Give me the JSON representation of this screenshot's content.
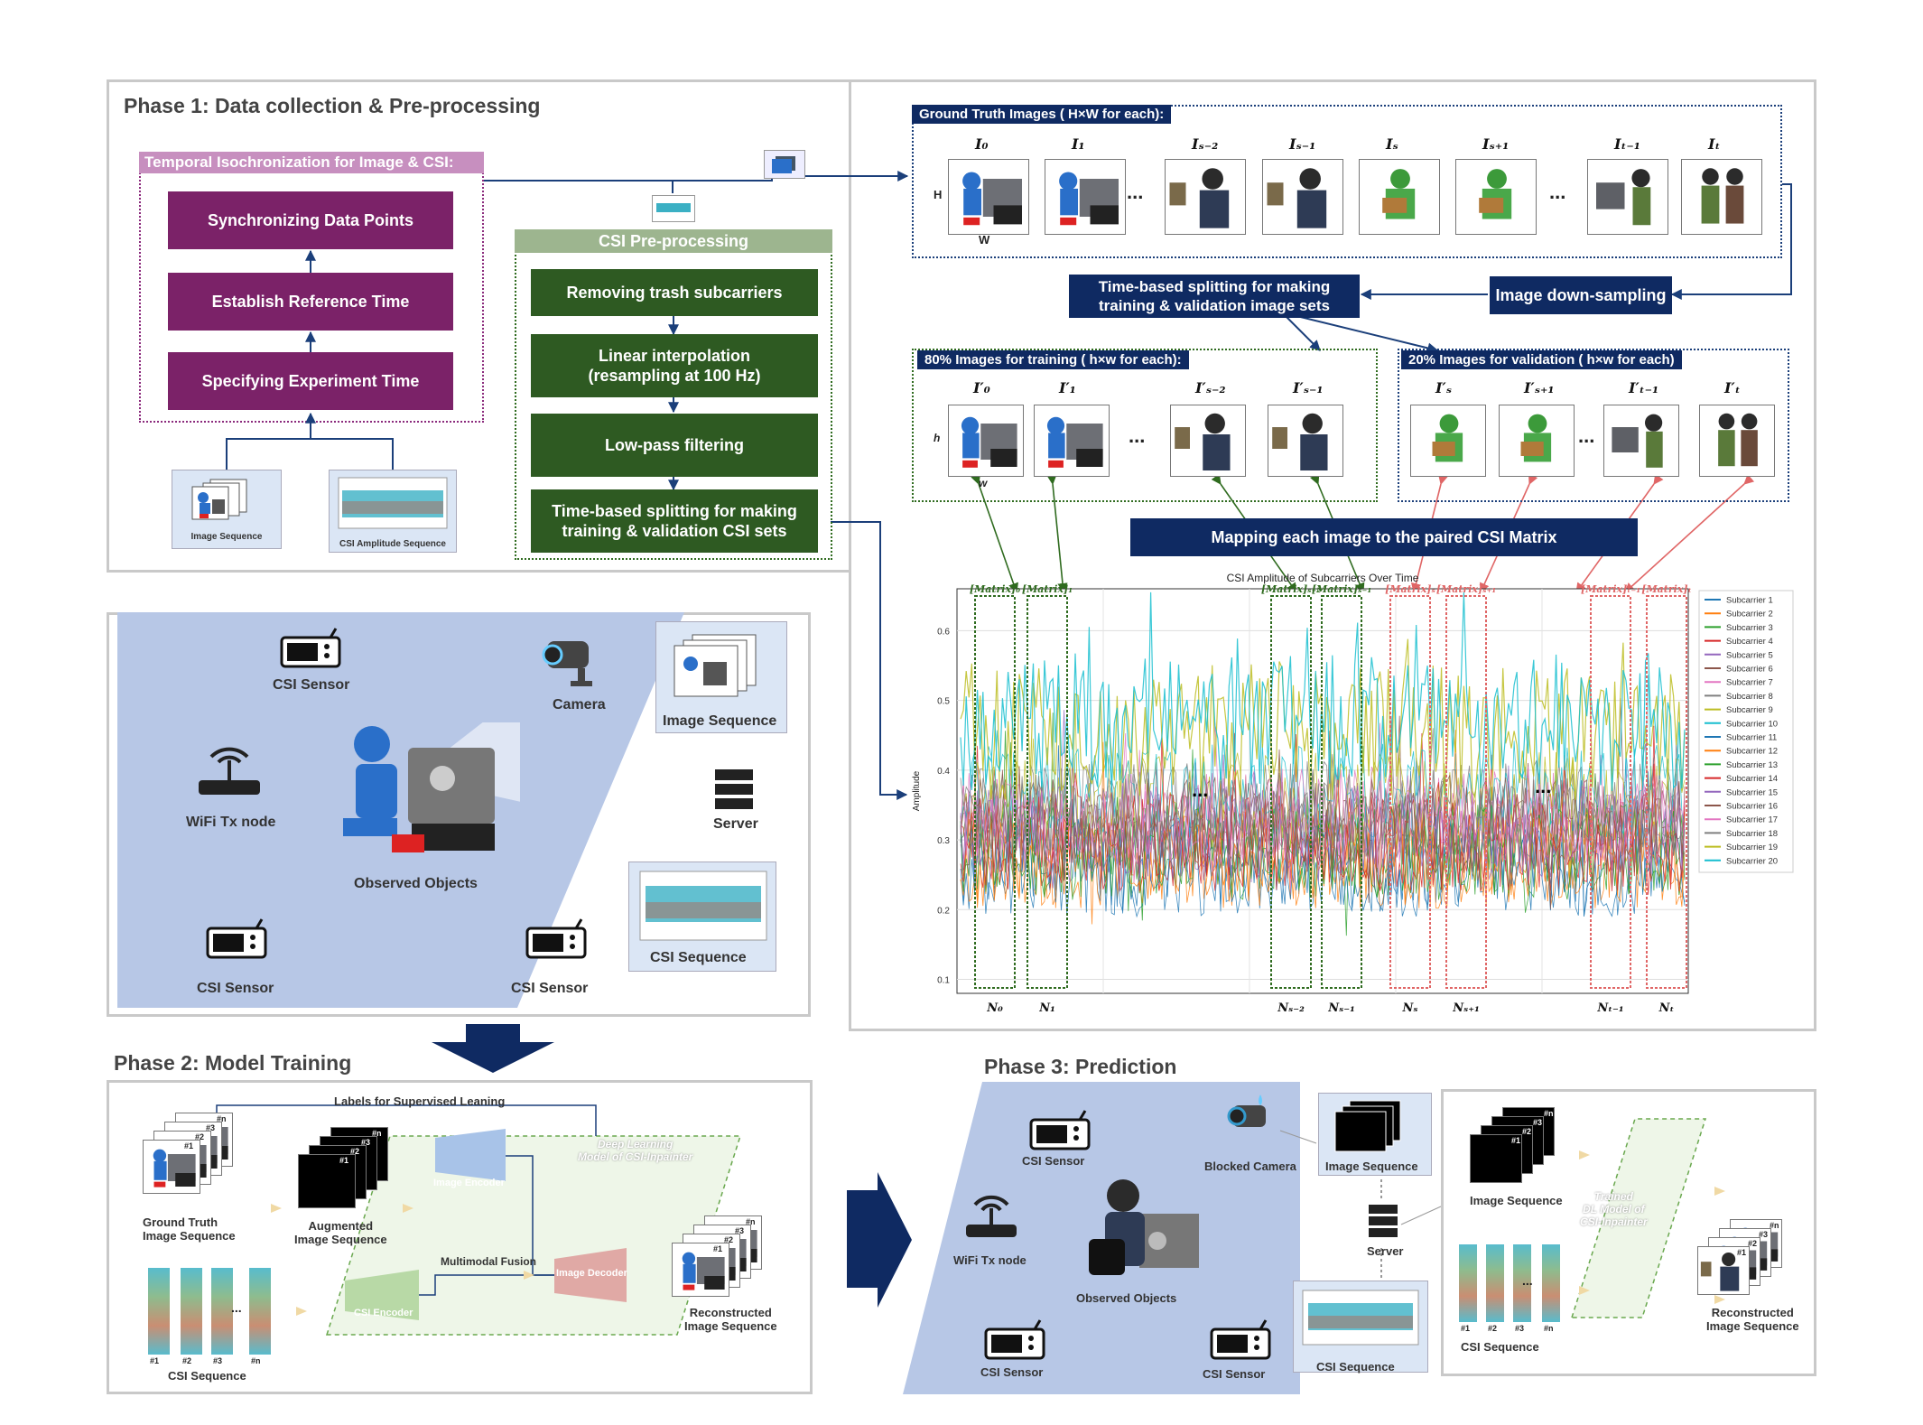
{
  "phase1": {
    "title": "Phase 1: Data collection & Pre-processing",
    "temporal": {
      "header": "Temporal Isochronization for Image & CSI:",
      "steps": [
        "Synchronizing Data Points",
        "Establish Reference Time",
        "Specifying Experiment Time"
      ],
      "inputs": [
        "Image Sequence",
        "CSI Amplitude Sequence"
      ]
    },
    "csi_pre": {
      "header": "CSI Pre-processing",
      "steps": [
        "Removing trash subcarriers",
        "Linear interpolation\n(resampling at 100 Hz)",
        "Low-pass filtering",
        "Time-based splitting for making\ntraining & validation CSI sets"
      ]
    },
    "ground_truth": {
      "header": "Ground Truth Images ( H×W for each):",
      "labels": [
        "I₀",
        "I₁",
        "Iₛ₋₂",
        "Iₛ₋₁",
        "Iₛ",
        "Iₛ₊₁",
        "Iₜ₋₁",
        "Iₜ"
      ],
      "dim_h": "H",
      "dim_w": "W",
      "ellipsis": "..."
    },
    "downsampling": "Image down-sampling",
    "time_split": "Time-based splitting for making\ntraining & validation image sets",
    "train_set": {
      "header": "80% Images for training  ( h×w for each):",
      "labels": [
        "I′₀",
        "I′₁",
        "I′ₛ₋₂",
        "I′ₛ₋₁"
      ],
      "dim_h": "h",
      "dim_w": "w"
    },
    "val_set": {
      "header": "20% Images for validation ( h×w for each)",
      "labels": [
        "I′ₛ",
        "I′ₛ₊₁",
        "I′ₜ₋₁",
        "I′ₜ"
      ]
    },
    "mapping": "Mapping each image to the paired CSI Matrix",
    "scene": {
      "labels": [
        "CSI Sensor",
        "Camera",
        "Image Sequence",
        "WiFi Tx node",
        "Server",
        "Observed Objects",
        "CSI Sequence",
        "CSI Sensor",
        "CSI Sensor"
      ]
    }
  },
  "chart_data": {
    "type": "line",
    "title": "CSI Amplitude of Subcarriers Over Time",
    "ylabel": "Amplitude",
    "xlabel": "",
    "ylim": [
      0.08,
      0.66
    ],
    "yticks": [
      "0.6",
      "0.5",
      "0.4",
      "0.3",
      "0.2",
      "0.1"
    ],
    "legend_position": "right",
    "grid": true,
    "series": [
      {
        "name": "Subcarrier 1"
      },
      {
        "name": "Subcarrier 2"
      },
      {
        "name": "Subcarrier 3"
      },
      {
        "name": "Subcarrier 4"
      },
      {
        "name": "Subcarrier 5"
      },
      {
        "name": "Subcarrier 6"
      },
      {
        "name": "Subcarrier 7"
      },
      {
        "name": "Subcarrier 8"
      },
      {
        "name": "Subcarrier 9"
      },
      {
        "name": "Subcarrier 10"
      },
      {
        "name": "Subcarrier 11"
      },
      {
        "name": "Subcarrier 12"
      },
      {
        "name": "Subcarrier 13"
      },
      {
        "name": "Subcarrier 14"
      },
      {
        "name": "Subcarrier 15"
      },
      {
        "name": "Subcarrier 16"
      },
      {
        "name": "Subcarrier 17"
      },
      {
        "name": "Subcarrier 18"
      },
      {
        "name": "Subcarrier 19"
      },
      {
        "name": "Subcarrier 20"
      }
    ],
    "series_colors": [
      "#1f77b4",
      "#ff7f0e",
      "#2ca02c",
      "#d62728",
      "#9467bd",
      "#8c564b",
      "#e377c2",
      "#7f7f7f",
      "#bcbd22",
      "#17becf",
      "#1f77b4",
      "#ff7f0e",
      "#2ca02c",
      "#d62728",
      "#9467bd",
      "#8c564b",
      "#e377c2",
      "#7f7f7f",
      "#bcbd22",
      "#17becf"
    ],
    "matrix_labels": [
      "[Matrix]₀",
      "[Matrix]₁",
      "[Matrix]ₛ₋₂",
      "[Matrix]ₛ₋₁",
      "[Matrix]ₛ",
      "[Matrix]ₛ₊₁",
      "[Matrix]ₜ₋₁",
      "[Matrix]ₜ"
    ],
    "n_labels": [
      "N₀",
      "N₁",
      "Nₛ₋₂",
      "Nₛ₋₁",
      "Nₛ",
      "Nₛ₊₁",
      "Nₜ₋₁",
      "Nₜ"
    ],
    "ellipsis": "..."
  },
  "phase2": {
    "title": "Phase 2: Model Training",
    "supervised_label": "Labels for Supervised Leaning",
    "dl_model": "Deep Learning\nModel of CSI-Inpainter",
    "ground_truth": "Ground Truth\nImage Sequence",
    "augmented": "Augmented\nImage Sequence",
    "image_encoder": "Image Encoder",
    "image_decoder": "Image Decoder",
    "csi_encoder": "CSI Encoder",
    "fusion": "Multimodal Fusion",
    "reconstructed": "Reconstructed\nImage Sequence",
    "csi_sequence": "CSI Sequence",
    "frame_tags": [
      "#1",
      "#2",
      "#3",
      "#n"
    ],
    "ellipsis": "..."
  },
  "phase3": {
    "title": "Phase 3: Prediction",
    "scene_labels": {
      "csi_sensor": "CSI Sensor",
      "blocked_camera": "Blocked Camera",
      "image_sequence": "Image Sequence",
      "wifi": "WiFi Tx node",
      "server": "Server",
      "observed": "Observed Objects",
      "csi_sequence": "CSI Sequence"
    },
    "model_panel": {
      "image_sequence": "Image Sequence",
      "trained_model": "Trained\nDL Model of\nCSI-Inpainter",
      "csi_sequence": "CSI Sequence",
      "reconstructed": "Reconstructed\nImage Sequence"
    }
  },
  "colors": {
    "purple": "#7b2268",
    "green": "#2e5a22",
    "navy": "#0f2a62",
    "scene_blue": "#b7c7e6",
    "train_green": "#2f6b1f",
    "val_red": "#e06666"
  }
}
